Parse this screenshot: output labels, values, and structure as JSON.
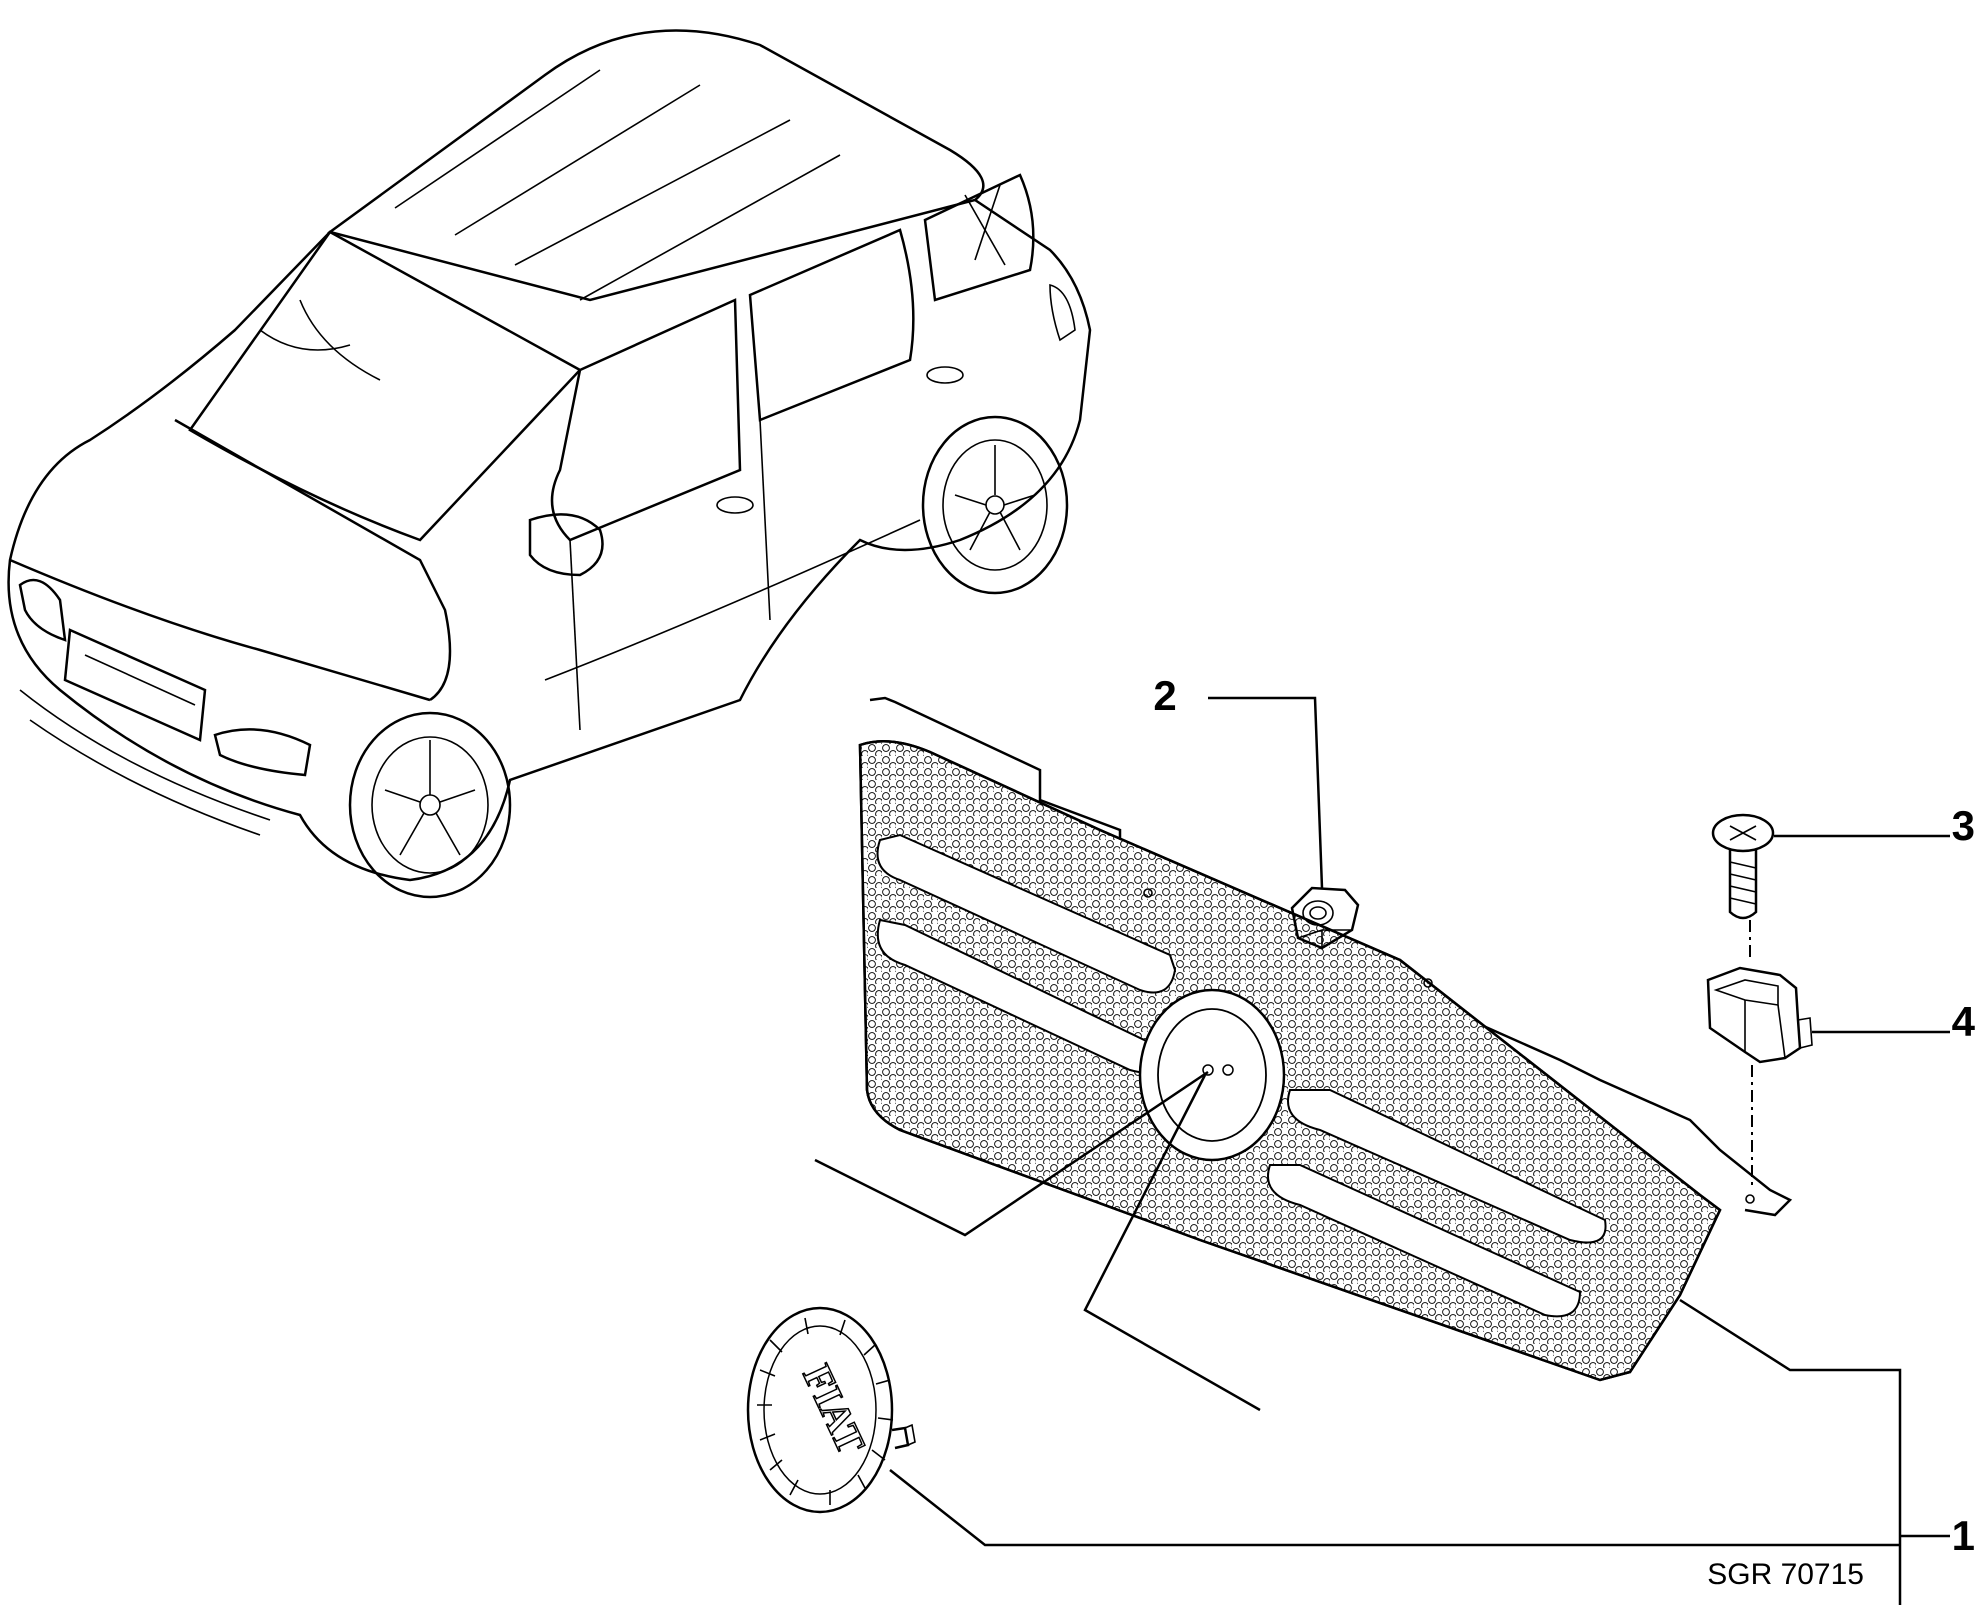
{
  "drawing": {
    "reference_code": "SGR 70715",
    "callouts": [
      {
        "id": "1",
        "part": "grille"
      },
      {
        "id": "2",
        "part": "nut"
      },
      {
        "id": "3",
        "part": "screw"
      },
      {
        "id": "4",
        "part": "clip"
      }
    ],
    "emblem_text": "FIAT",
    "icons": [
      "car-illustration",
      "grille-illustration",
      "emblem-illustration",
      "nut-illustration",
      "screw-illustration",
      "clip-illustration"
    ],
    "colors": {
      "line": "#000000",
      "background": "#ffffff"
    }
  }
}
